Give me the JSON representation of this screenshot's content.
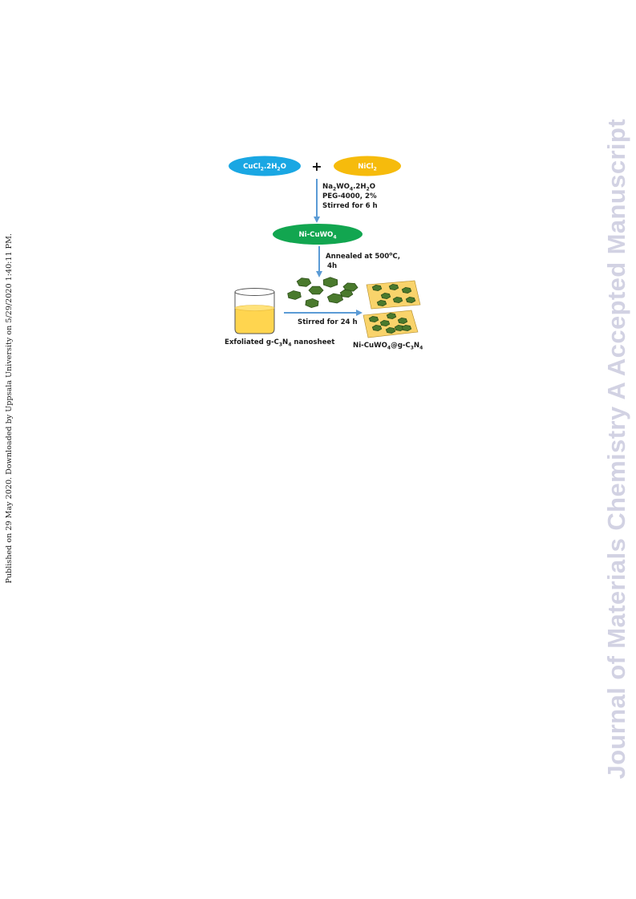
{
  "side_note": "Published on 29 May 2020. Downloaded by Uppsala University on 5/29/2020 1:40:11 PM.",
  "watermark": "Journal of Materials Chemistry A Accepted Manuscript",
  "scheme": {
    "reagent_cu": {
      "base": "CuCl",
      "sub1": "2",
      "mid": ".2H",
      "sub2": "2",
      "end": "O",
      "color": "#1aa7e3"
    },
    "plus": "+",
    "reagent_ni": {
      "base": "NiCl",
      "sub1": "2",
      "color": "#f6bb0c"
    },
    "step1": {
      "line1": {
        "base": "Na",
        "sub1": "2",
        "mid": "WO",
        "sub2": "4",
        "end": ".2H",
        "sub3": "2",
        "tail": "O"
      },
      "line2": "PEG-4000, 2%",
      "line3": "Stirred for 6 h"
    },
    "product": {
      "base": "Ni-CuWO",
      "sub1": "4",
      "color": "#12a650"
    },
    "step2": {
      "line1": {
        "base": "Annealed at 500",
        "sup": "o",
        "end": "C,"
      },
      "line2": "4h"
    },
    "step3": "Stirred for 24 h",
    "support_label": {
      "base": "Exfoliated g-C",
      "sub1": "3",
      "mid": "N",
      "sub2": "4",
      "end": " nanosheet"
    },
    "composite_label": {
      "base": "Ni-CuWO",
      "sub1": "4",
      "mid": "@g-C",
      "sub2": "3",
      "mid2": "N",
      "sub3": "4"
    },
    "colors": {
      "arrow": "#5b9bd5",
      "liquid": "#ffd54f",
      "particle": "#4a7a2d",
      "particle_dark": "#2d4f1a",
      "sheet": "#f9d36b"
    }
  }
}
